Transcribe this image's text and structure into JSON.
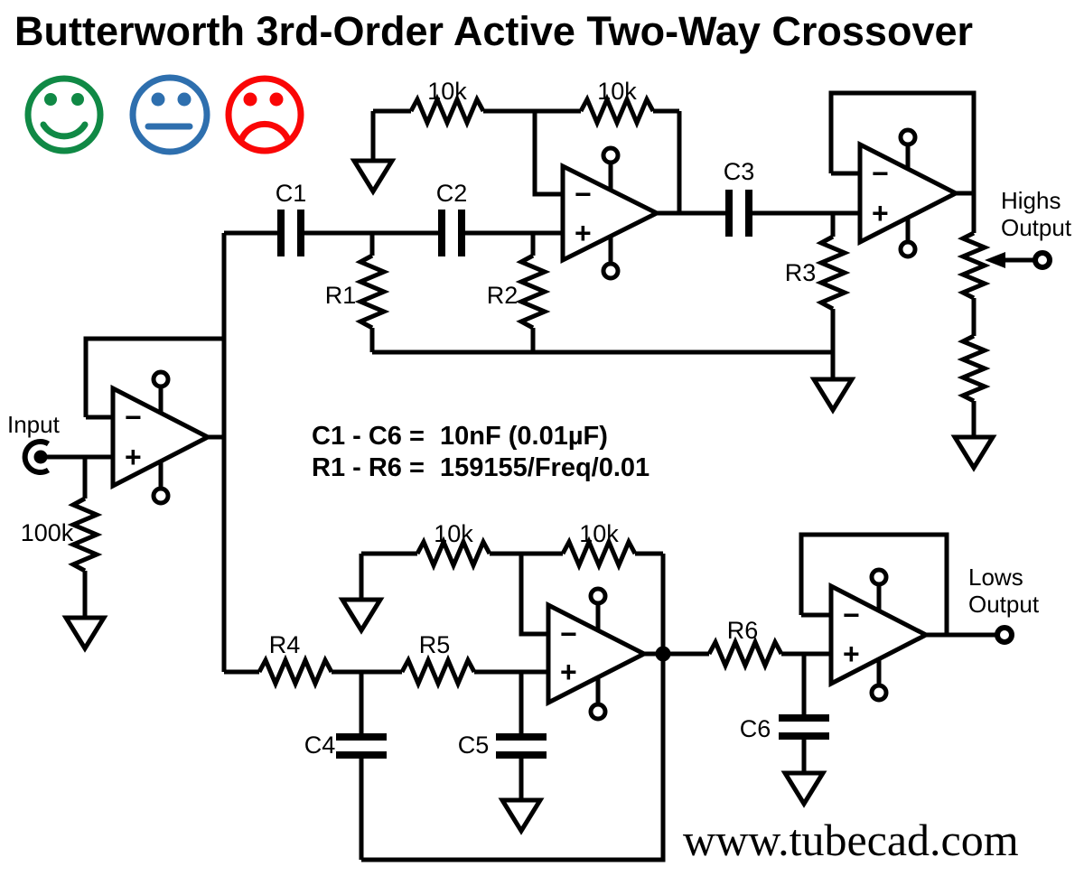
{
  "title": "Butterworth 3rd-Order Active Two-Way Crossover",
  "watermark": "www.tubecad.com",
  "colors": {
    "text_green": "#129A50",
    "text_blue": "#2121EE"
  },
  "faces": [
    {
      "name": "happy",
      "color": "#108945"
    },
    {
      "name": "neutral",
      "color": "#2E6FAE"
    },
    {
      "name": "sad",
      "color": "#FA0606"
    }
  ],
  "io": {
    "input": "Input",
    "highs1": "Highs",
    "highs2": "Output",
    "lows1": "Lows",
    "lows2": "Output"
  },
  "values": {
    "input_shunt": "100k",
    "hp_fb1": "10k",
    "hp_fb2": "10k",
    "lp_fb1": "10k",
    "lp_fb2": "10k"
  },
  "components": {
    "c1": "C1",
    "c2": "C2",
    "c3": "C3",
    "c4": "C4",
    "c5": "C5",
    "c6": "C6",
    "r1": "R1",
    "r2": "R2",
    "r3": "R3",
    "r4": "R4",
    "r5": "R5",
    "r6": "R6"
  },
  "opamp": {
    "minus": "−",
    "plus": "+"
  },
  "formulas": {
    "cap_lhs": "C1 - C6 =",
    "cap_rhs": "10nF (0.01µF)",
    "res_lhs": "R1 - R6 =",
    "res_rhs": "159155/Freq/0.01"
  }
}
